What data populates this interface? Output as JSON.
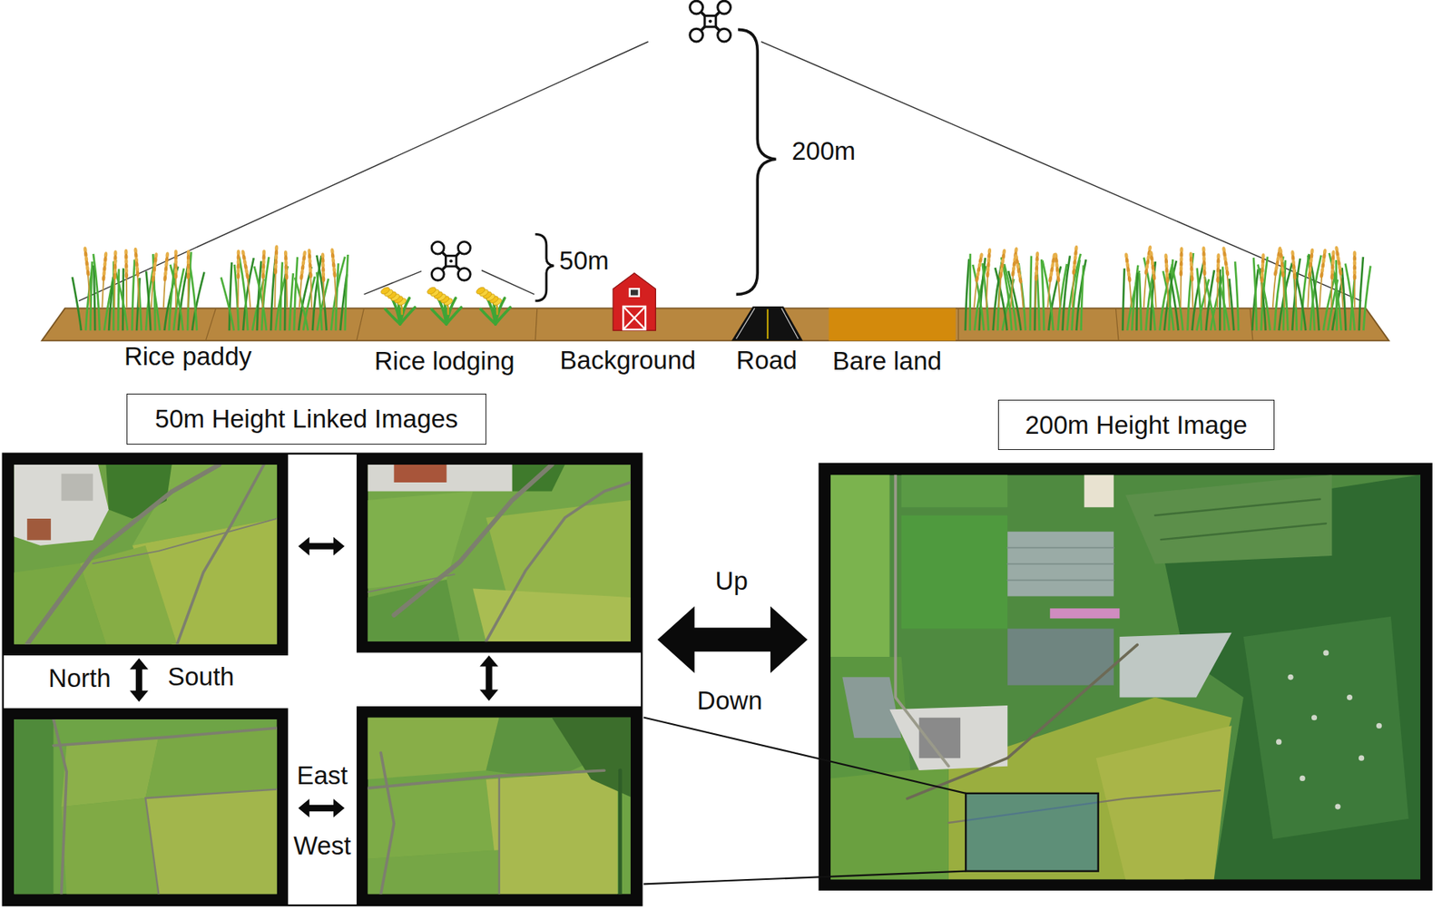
{
  "diagram": {
    "nodes": [
      {
        "text": [
          "50m Height Linked Images"
        ]
      },
      {
        "text": [
          "200m Height Image"
        ]
      }
    ],
    "labels": [
      "200m",
      "50m",
      "Rice paddy",
      "Rice lodging",
      "Background",
      "Road",
      "Bare land",
      "Up",
      "North",
      "South",
      "Down",
      "East",
      "West"
    ]
  }
}
